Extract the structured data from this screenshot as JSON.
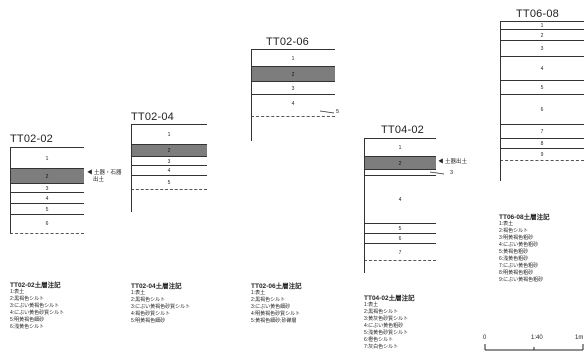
{
  "columns": [
    {
      "id": "c1",
      "title": "TT02-02",
      "layers": [
        "1",
        "2",
        "3",
        "4",
        "5",
        "6"
      ],
      "shaded_layer": "2",
      "notes_title": "TT02-02土層注記",
      "notes": [
        "1:表土",
        "2:黒褐色シルト",
        "3:にぶい黄褐色シルト",
        "4:にぶい黄色砂質シルト",
        "5:明黄褐色細砂",
        "6:浅黄色シルト"
      ]
    },
    {
      "id": "c2",
      "title": "TT02-04",
      "layers": [
        "1",
        "2",
        "3",
        "4",
        "5"
      ],
      "shaded_layer": "2",
      "notes_title": "TT02-04土層注記",
      "notes": [
        "1:表土",
        "2:黒褐色シルト",
        "3:にぶい黄褐色砂質シルト",
        "4:褐色砂質シルト",
        "5:明黄褐色細砂"
      ]
    },
    {
      "id": "c3",
      "title": "TT02-06",
      "layers": [
        "1",
        "2",
        "3",
        "4",
        "5"
      ],
      "shaded_layer": "2",
      "notes_title": "TT02-06土層注記",
      "notes": [
        "1:表土",
        "2:黒褐色シルト",
        "3:にぶい黄色細砂",
        "4:明黄褐色砂質シルト",
        "5:黄褐色細砂;砂礫層"
      ]
    },
    {
      "id": "c4",
      "title": "TT04-02",
      "layers": [
        "1",
        "2",
        "3",
        "4",
        "5",
        "6",
        "7"
      ],
      "shaded_layer": "2",
      "notes_title": "TT04-02土層注記",
      "notes": [
        "1:表土",
        "2:黒褐色シルト",
        "3:黄灰色砂質シルト",
        "4:にぶい黄色粗砂",
        "5:浅黄色砂質シルト",
        "6:橙色シルト",
        "7:灰白色シルト"
      ]
    },
    {
      "id": "c5",
      "title": "TT06-08",
      "layers": [
        "1",
        "2",
        "3",
        "4",
        "5",
        "6",
        "7",
        "8",
        "9"
      ],
      "shaded_layer": "",
      "notes_title": "TT06-08土層注記",
      "notes": [
        "1:表土",
        "2:褐色シルト",
        "3:明黄褐色粗砂",
        "4:にぶい黄色粗砂",
        "5:黄褐色粗砂",
        "6:浅黄色粗砂",
        "7:にぶい黄色粗砂",
        "8:明黄褐色粗砂",
        "9:にぶい黄褐色粗砂"
      ]
    }
  ],
  "annotations": {
    "c1_artifact": "◀ 土器・石器",
    "c1_artifact2": "出土",
    "c4_artifact": "◀ 土器出土"
  },
  "scale": {
    "zero": "0",
    "mid": "1:40",
    "end": "1m"
  }
}
